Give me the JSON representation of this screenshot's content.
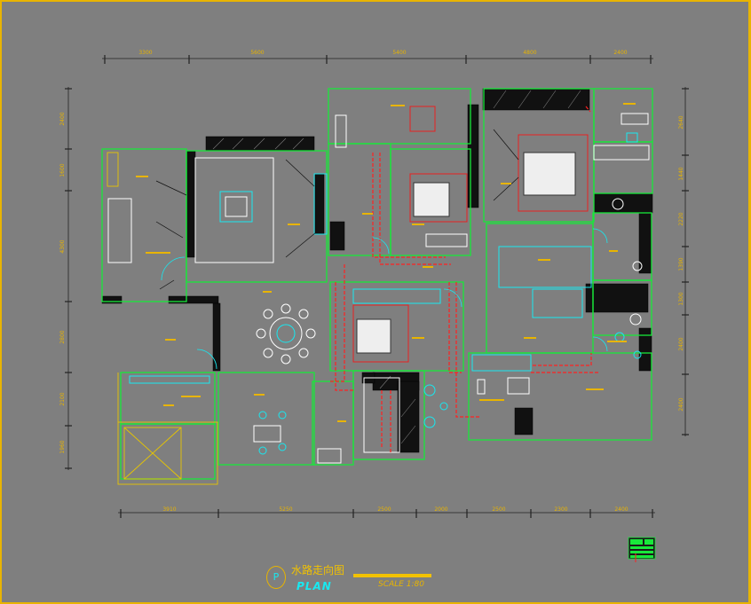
{
  "drawing": {
    "title": "水路走向图",
    "subtitle": "PLAN",
    "scale": "SCALE 1:80",
    "symbol": "P"
  },
  "dimensions": {
    "top": [
      "3300",
      "5600",
      "5400",
      "4800",
      "2400"
    ],
    "bottom": [
      "3910",
      "5250",
      "2500",
      "2000",
      "2500",
      "2300",
      "2400"
    ],
    "left": [
      "2400",
      "1600",
      "4300",
      "2800",
      "2100",
      "1960"
    ],
    "right": [
      "2640",
      "1440",
      "2220",
      "1390",
      "1300",
      "2400",
      "2400"
    ]
  },
  "colors": {
    "background": "#7f7f7f",
    "frame": "#e8b400",
    "wall": "#18e83a",
    "furniture": "#18e8f0",
    "water_pipe": "#ff2020",
    "hatch": "#000000",
    "dimension": "#e8b400"
  }
}
